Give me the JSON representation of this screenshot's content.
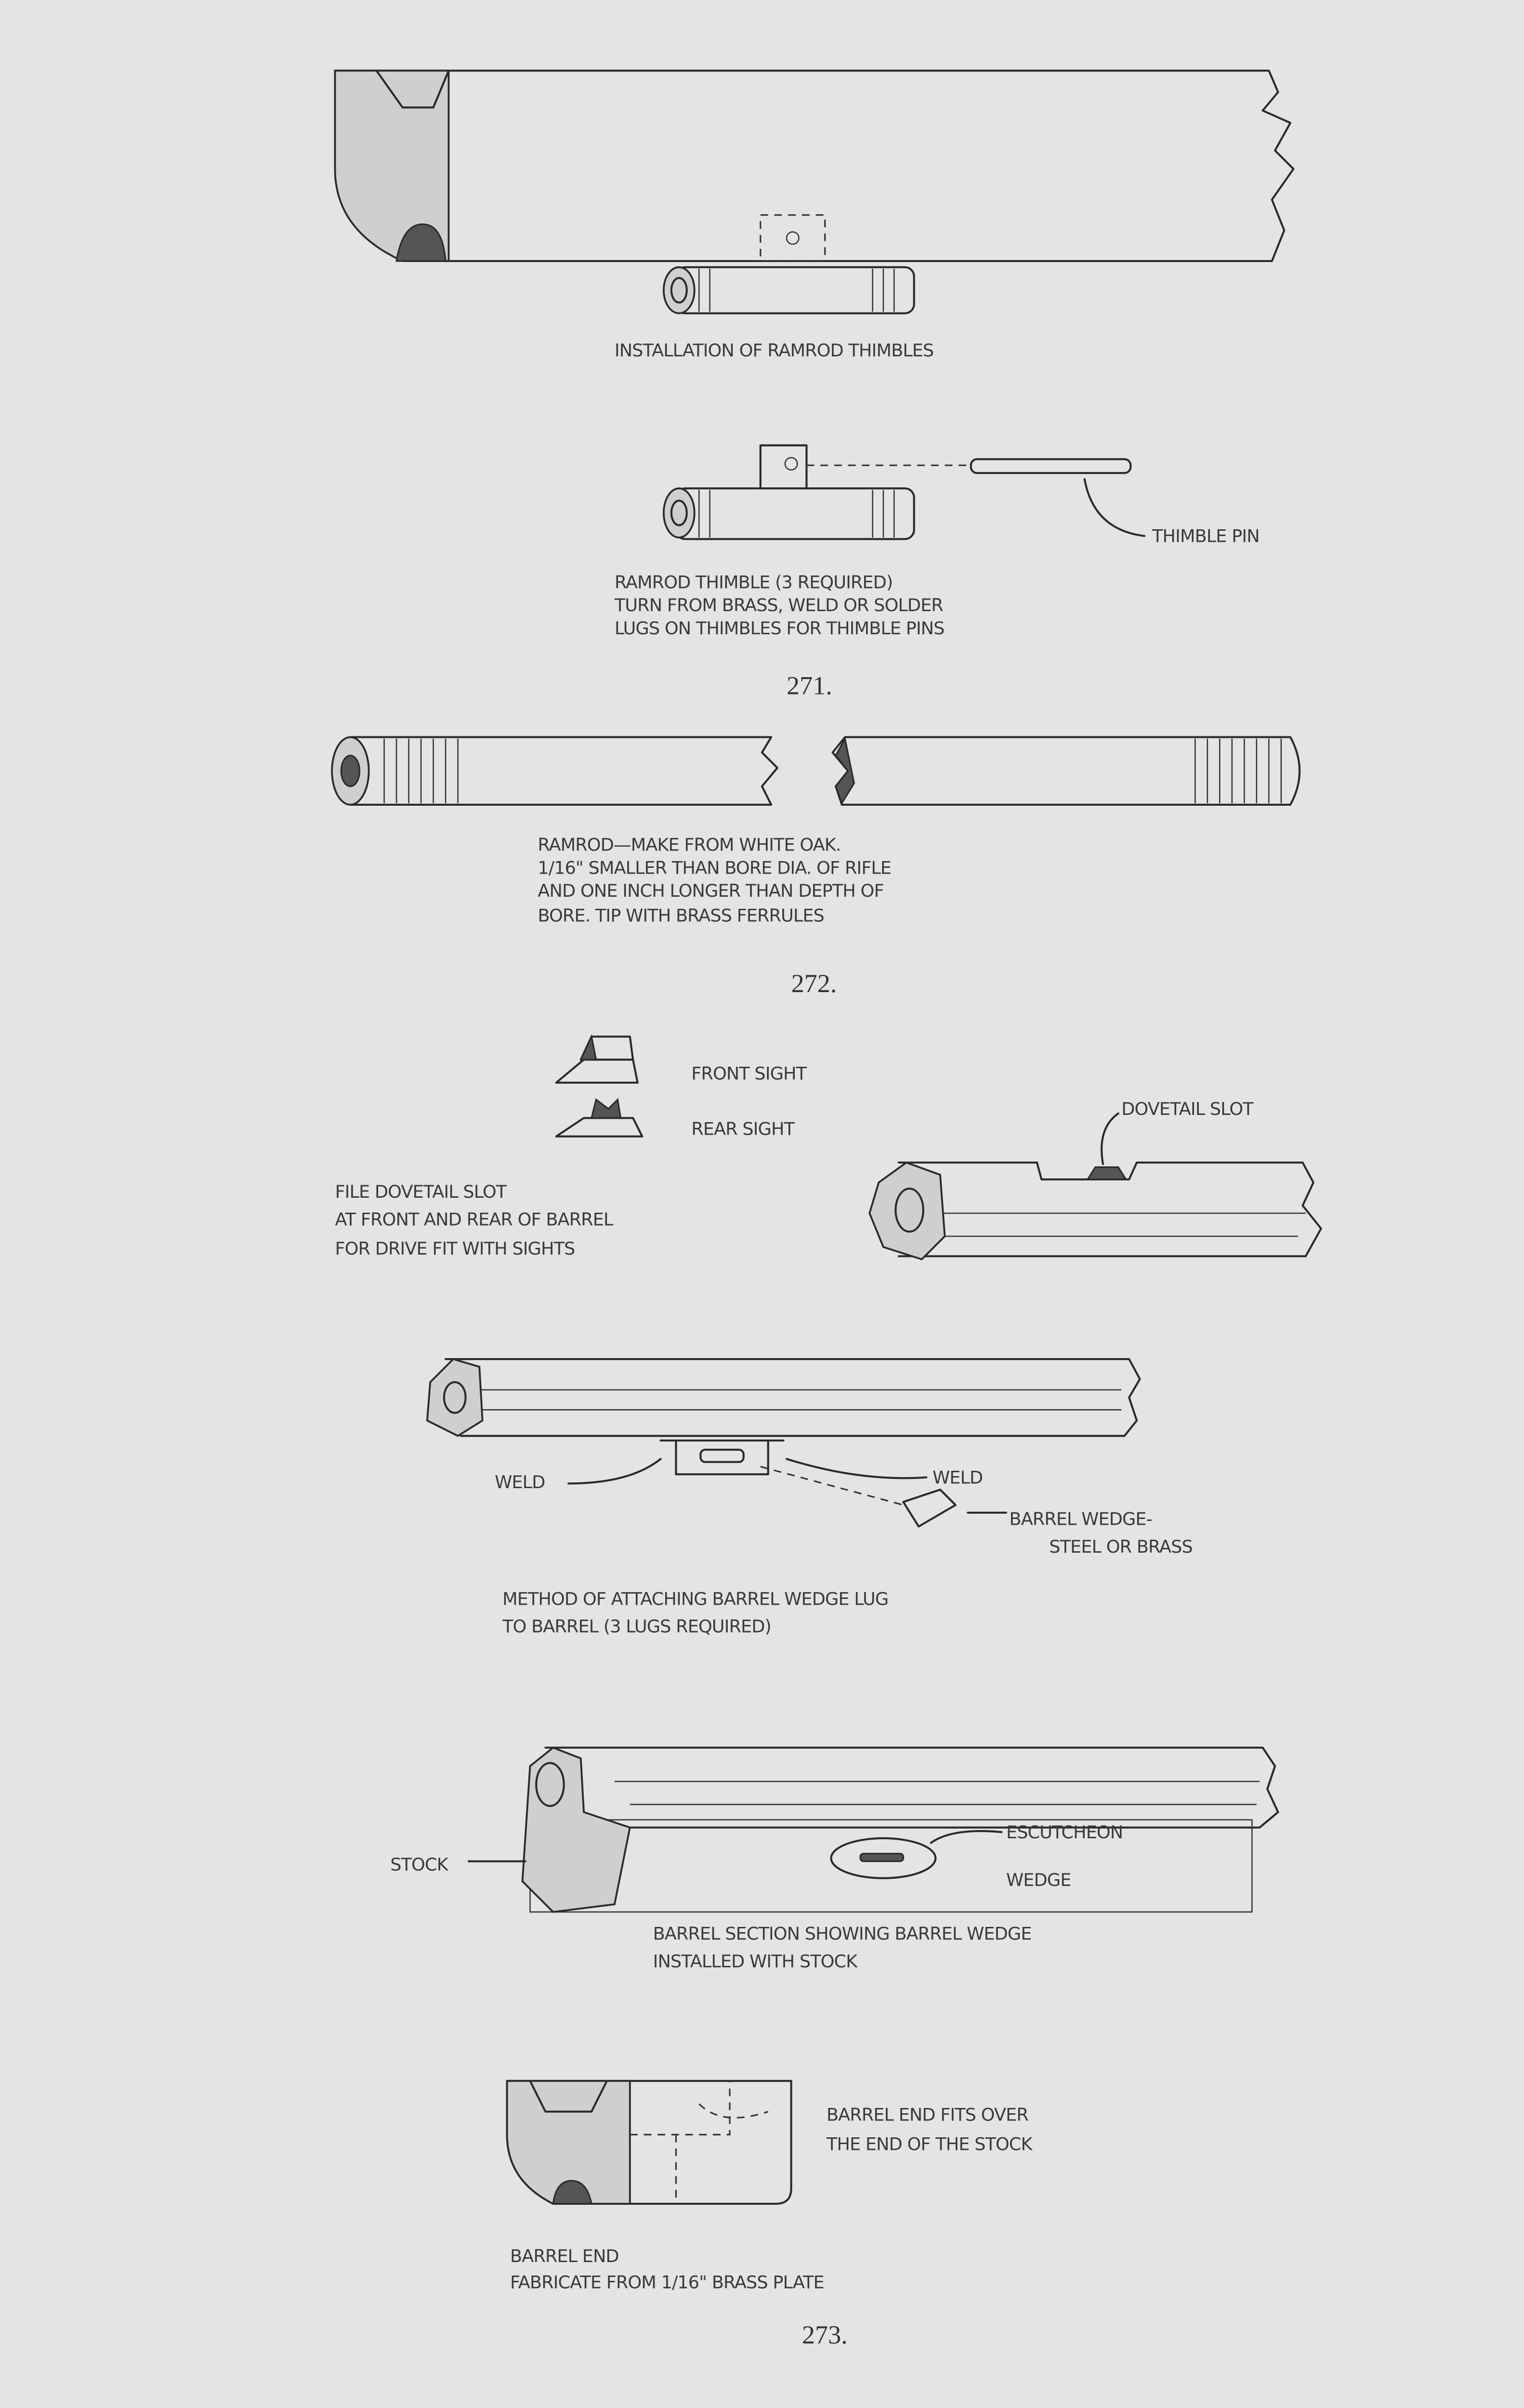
{
  "colors": {
    "paper": "#e4e4e2",
    "ink": "#2a2a2a"
  },
  "fig271": {
    "installation_caption": "INSTALLATION OF RAMROD THIMBLES",
    "thimble_pin_label": "THIMBLE PIN",
    "thimble_caption": [
      "RAMROD THIMBLE (3 REQUIRED)",
      "TURN FROM BRASS, WELD OR SOLDER",
      "LUGS ON THIMBLES FOR THIMBLE PINS"
    ],
    "number": "271."
  },
  "fig272": {
    "caption": [
      "RAMROD—MAKE FROM WHITE OAK.",
      "1/16\" SMALLER THAN BORE DIA. OF RIFLE",
      "AND ONE INCH LONGER THAN DEPTH OF",
      "BORE. TIP WITH BRASS FERRULES"
    ],
    "number": "272."
  },
  "fig273": {
    "front_sight_label": "FRONT SIGHT",
    "rear_sight_label": "REAR SIGHT",
    "dovetail_slot_label": "DOVETAIL SLOT",
    "dovetail_caption": [
      "FILE DOVETAIL SLOT",
      "AT FRONT AND REAR OF BARREL",
      "FOR DRIVE FIT WITH SIGHTS"
    ],
    "weld_left_label": "WELD",
    "weld_right_label": "WELD",
    "wedge_label": [
      "BARREL WEDGE-",
      "STEEL OR BRASS"
    ],
    "lug_caption": [
      "METHOD OF ATTACHING BARREL WEDGE LUG",
      "TO BARREL (3 LUGS REQUIRED)"
    ],
    "escutcheon_label": "ESCUTCHEON",
    "wedge_short_label": "WEDGE",
    "stock_label": "STOCK",
    "section_caption": [
      "BARREL SECTION SHOWING BARREL WEDGE",
      "INSTALLED WITH STOCK"
    ],
    "barrel_end_note": [
      "BARREL END FITS OVER",
      "THE END OF THE STOCK"
    ],
    "barrel_end_caption": [
      "BARREL END",
      "FABRICATE FROM 1/16\" BRASS PLATE"
    ],
    "number": "273."
  }
}
